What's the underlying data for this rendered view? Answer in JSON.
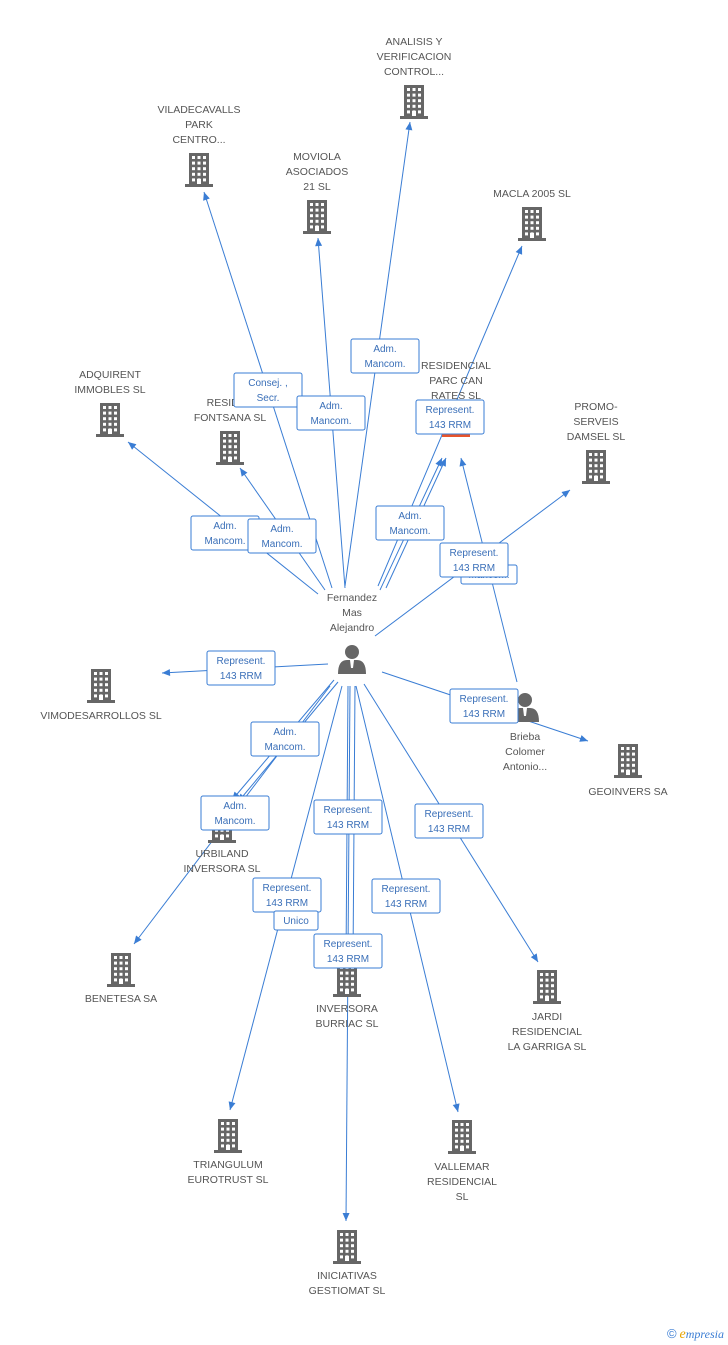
{
  "colors": {
    "edge": "#3a7dd4",
    "node": "#666666",
    "highlight": "#e8552b",
    "text": "#555555"
  },
  "companies": [
    {
      "id": "analisis",
      "lines": [
        "ANALISIS Y",
        "VERIFICACION",
        "CONTROL..."
      ],
      "icon": "building-icon"
    },
    {
      "id": "viladecavalls",
      "lines": [
        "VILADECAVALLS",
        "PARK",
        "CENTRO..."
      ],
      "icon": "building-icon"
    },
    {
      "id": "moviola",
      "lines": [
        "MOVIOLA",
        "ASOCIADOS",
        "21 SL"
      ],
      "icon": "building-icon"
    },
    {
      "id": "macla",
      "lines": [
        "MACLA 2005 SL"
      ],
      "icon": "building-icon"
    },
    {
      "id": "adquirent",
      "lines": [
        "ADQUIRENT",
        "IMMOBLES SL"
      ],
      "icon": "building-icon"
    },
    {
      "id": "fontsana",
      "lines": [
        "RESIDEN",
        "FONTSANA SL"
      ],
      "icon": "building-icon"
    },
    {
      "id": "parccan",
      "lines": [
        "RESIDENCIAL",
        "PARC CAN",
        "RATES SL"
      ],
      "icon": "building-icon",
      "highlight": true
    },
    {
      "id": "promo",
      "lines": [
        "PROMO-",
        "SERVEIS",
        "DAMSEL SL"
      ],
      "icon": "building-icon"
    },
    {
      "id": "vimode",
      "lines": [
        "VIMODESARROLLOS SL"
      ],
      "icon": "building-icon"
    },
    {
      "id": "geoinvers",
      "lines": [
        "GEOINVERS SA"
      ],
      "icon": "building-icon"
    },
    {
      "id": "urbiland",
      "lines": [
        "URBILAND",
        "INVERSORA SL"
      ],
      "icon": "building-icon"
    },
    {
      "id": "benetesa",
      "lines": [
        "BENETESA SA"
      ],
      "icon": "building-icon"
    },
    {
      "id": "burriac",
      "lines": [
        "INVERSORA",
        "BURRIAC SL"
      ],
      "icon": "building-icon"
    },
    {
      "id": "jardi",
      "lines": [
        "JARDI",
        "RESIDENCIAL",
        "LA GARRIGA SL"
      ],
      "icon": "building-icon"
    },
    {
      "id": "triangulum",
      "lines": [
        "TRIANGULUM",
        "EUROTRUST SL"
      ],
      "icon": "building-icon"
    },
    {
      "id": "vallemar",
      "lines": [
        "VALLEMAR",
        "RESIDENCIAL",
        "SL"
      ],
      "icon": "building-icon"
    },
    {
      "id": "iniciativas",
      "lines": [
        "INICIATIVAS",
        "GESTIOMAT SL"
      ],
      "icon": "building-icon"
    }
  ],
  "persons": [
    {
      "id": "fernandez",
      "lines": [
        "Fernandez",
        "Mas",
        "Alejandro"
      ],
      "icon": "person-icon"
    },
    {
      "id": "brieba",
      "lines": [
        "Brieba",
        "Colomer",
        "Antonio..."
      ],
      "icon": "person-icon"
    }
  ],
  "edge_labels": [
    {
      "id": "l-adm-analisis",
      "lines": [
        "Adm.",
        "Mancom."
      ]
    },
    {
      "id": "l-consej",
      "lines": [
        "Consej. ,",
        "Secr."
      ]
    },
    {
      "id": "l-adm-moviola",
      "lines": [
        "Adm.",
        "Mancom."
      ]
    },
    {
      "id": "l-rep-parccan-1",
      "lines": [
        "Represent.",
        "143 RRM"
      ]
    },
    {
      "id": "l-adm-adquirent",
      "lines": [
        "Adm.",
        "Mancom."
      ]
    },
    {
      "id": "l-adm-fontsana",
      "lines": [
        "Adm.",
        "Mancom."
      ]
    },
    {
      "id": "l-adm-parccan",
      "lines": [
        "Adm.",
        "Mancom."
      ]
    },
    {
      "id": "l-mancom-promo",
      "lines": [
        "Mancom."
      ]
    },
    {
      "id": "l-rep-promo",
      "lines": [
        "Represent.",
        "143 RRM"
      ]
    },
    {
      "id": "l-rep-vimode",
      "lines": [
        "Represent.",
        "143 RRM"
      ]
    },
    {
      "id": "l-rep-geoinvers",
      "lines": [
        "Represent.",
        "143 RRM"
      ]
    },
    {
      "id": "l-adm-urbiland",
      "lines": [
        "Adm.",
        "Mancom."
      ]
    },
    {
      "id": "l-adm-benetesa",
      "lines": [
        "Adm.",
        "Mancom."
      ]
    },
    {
      "id": "l-rep-burriac-1",
      "lines": [
        "Represent.",
        "143 RRM"
      ]
    },
    {
      "id": "l-rep-jardi",
      "lines": [
        "Represent.",
        "143 RRM"
      ]
    },
    {
      "id": "l-rep-triangulum",
      "lines": [
        "Represent.",
        "143 RRM"
      ]
    },
    {
      "id": "l-unico",
      "lines": [
        "Unico"
      ]
    },
    {
      "id": "l-rep-vallemar",
      "lines": [
        "Represent.",
        "143 RRM"
      ]
    },
    {
      "id": "l-rep-iniciativas",
      "lines": [
        "Represent.",
        "143 RRM"
      ]
    }
  ],
  "footer": {
    "copyright": "©",
    "brand_e": "e",
    "brand_rest": "mpresia"
  }
}
